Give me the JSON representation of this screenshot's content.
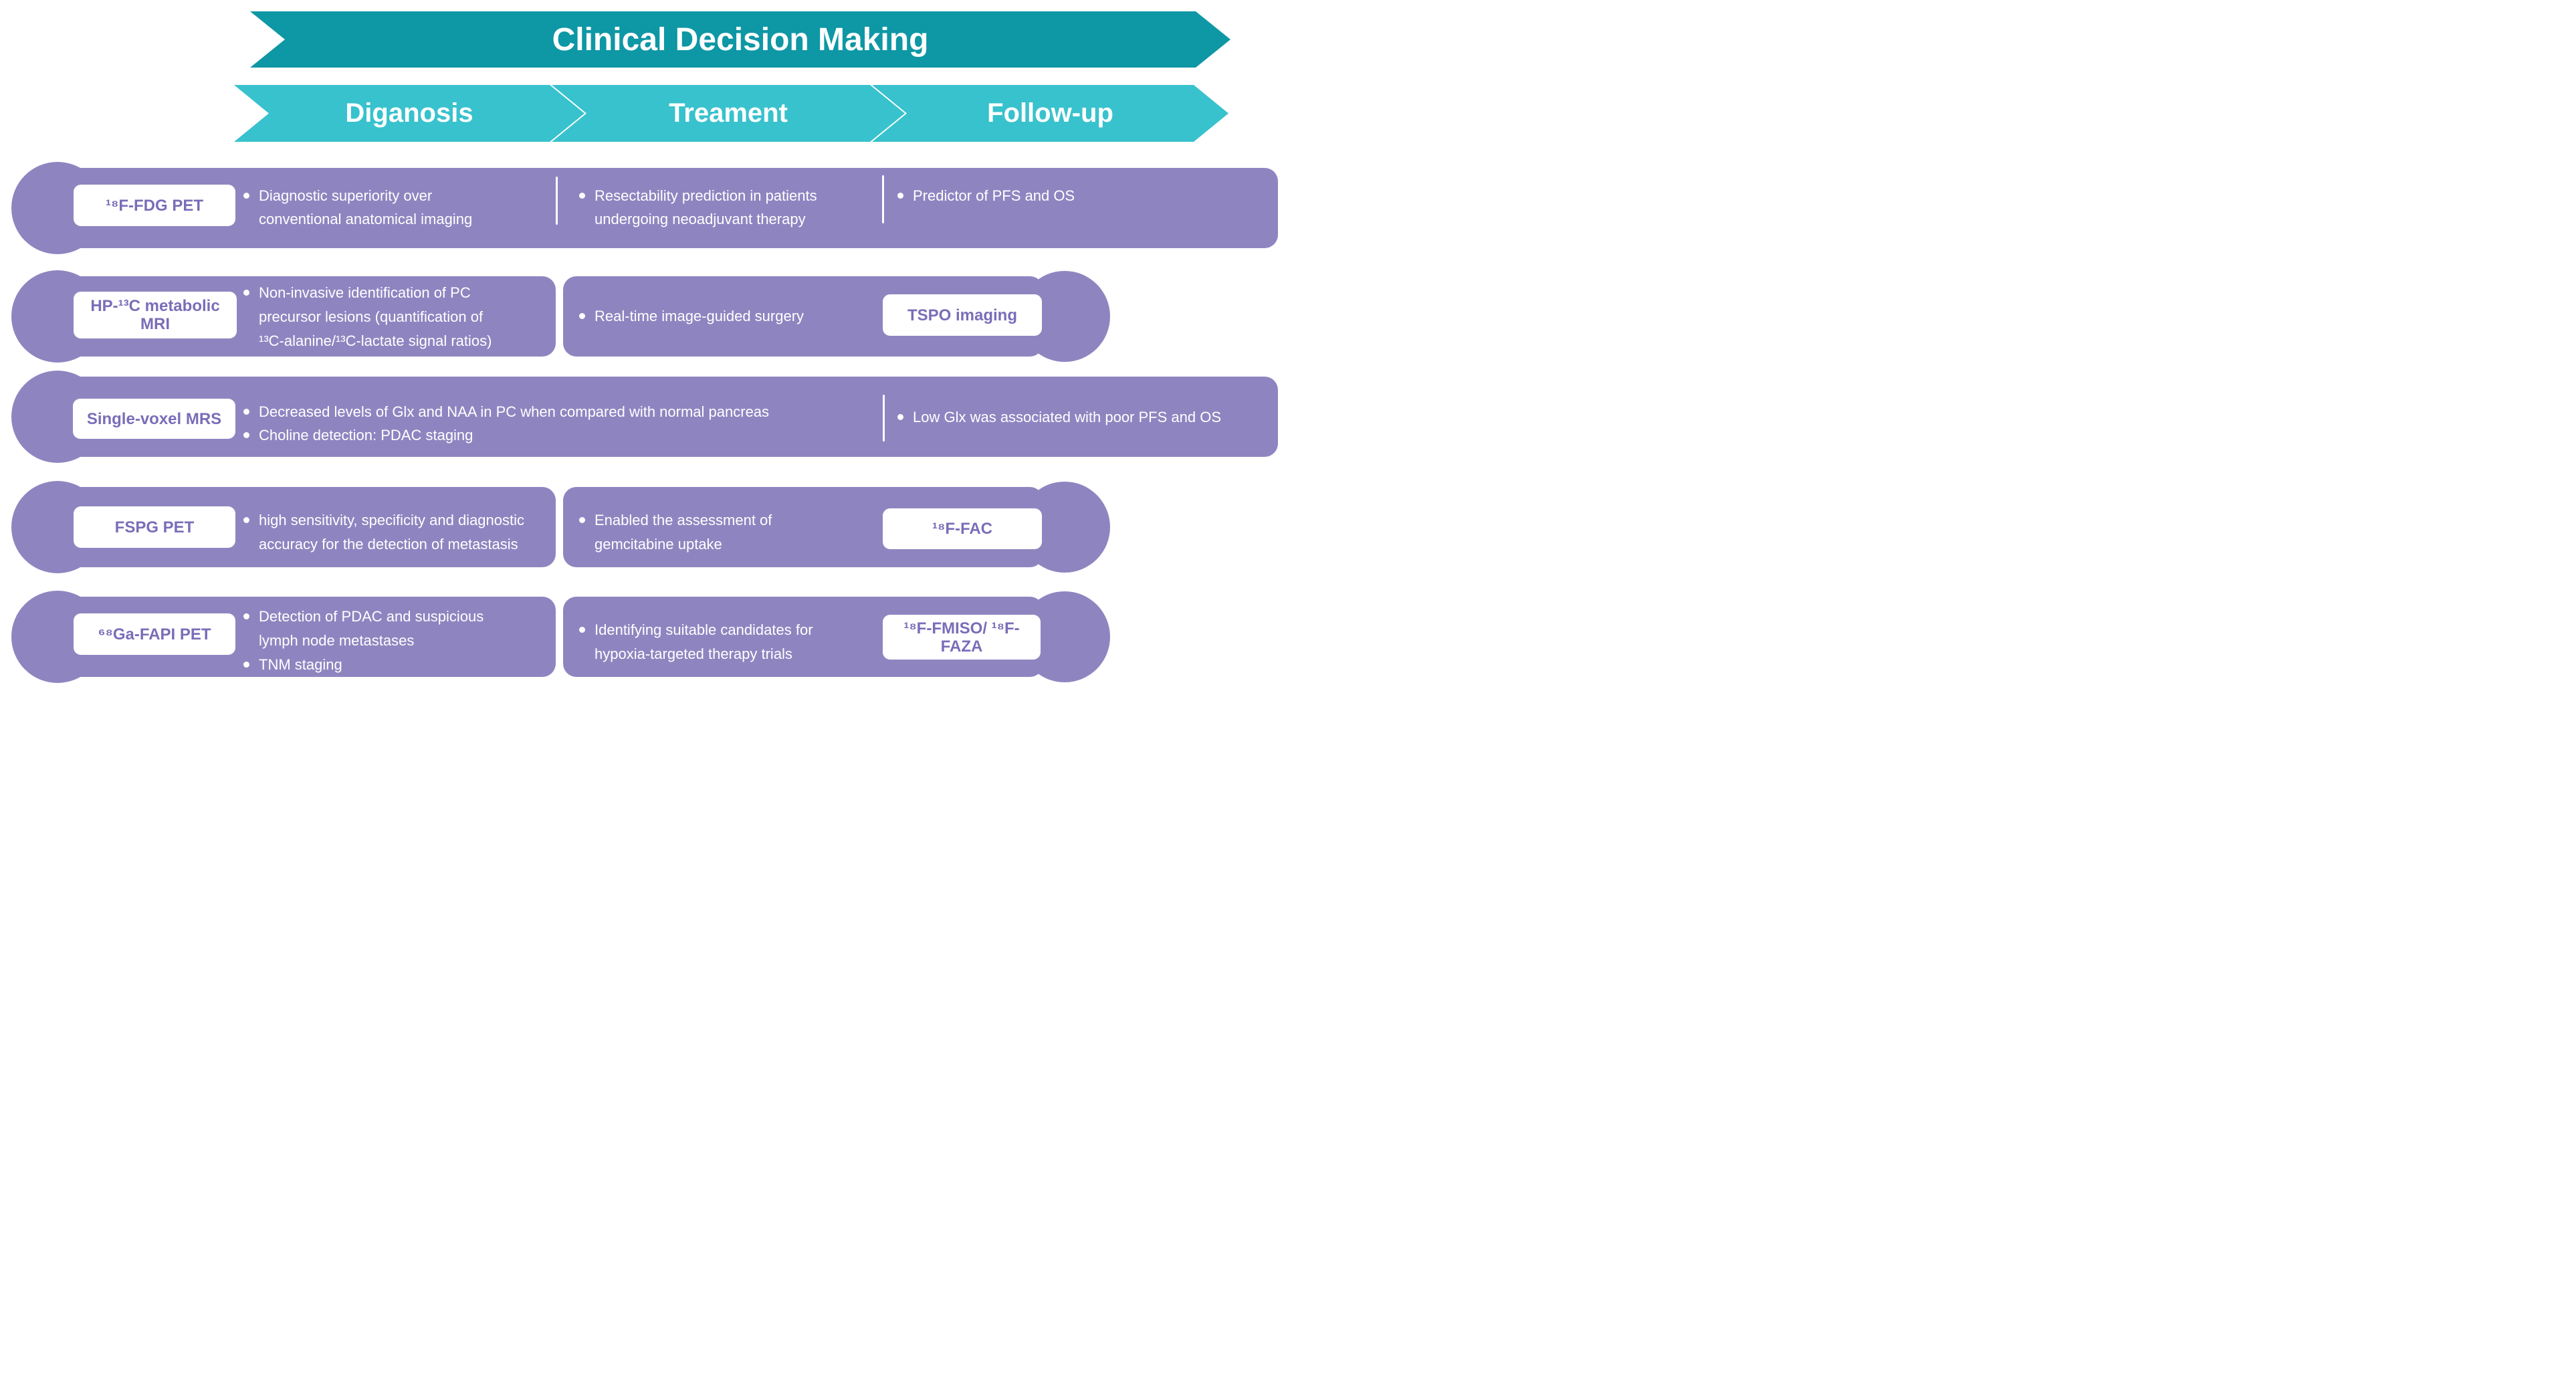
{
  "banner": {
    "title": "Clinical Decision Making"
  },
  "stages": [
    {
      "label": "Diganosis"
    },
    {
      "label": "Treament"
    },
    {
      "label": "Follow-up"
    }
  ],
  "colors": {
    "banner_teal": "#0E97A5",
    "stage_teal": "#38C2CD",
    "band_purple": "#8E85C0",
    "label_purple": "#7A6DB8",
    "text_white": "#FFFFFF"
  },
  "rows": [
    {
      "label": "¹⁸F-FDG PET",
      "diagnosis": [
        {
          "text": "Diagnostic superiority over"
        },
        {
          "text": "conventional anatomical imaging"
        }
      ],
      "treatment": [
        {
          "text": "Resectability prediction in patients"
        },
        {
          "text": "undergoing neoadjuvant therapy"
        }
      ],
      "followup": [
        {
          "text": "Predictor of PFS and OS"
        }
      ]
    },
    {
      "label": "HP-¹³C metabolic MRI",
      "diagnosis": [
        {
          "text": "Non-invasive identification of PC"
        },
        {
          "text": "precursor lesions (quantification of"
        },
        {
          "text": "¹³C-alanine/¹³C-lactate signal ratios)"
        }
      ],
      "treatment": [
        {
          "text": "Real-time image-guided surgery"
        }
      ],
      "followup_box": "TSPO imaging"
    },
    {
      "label": "Single-voxel MRS",
      "diagnosis": [
        {
          "text": "Decreased levels of Glx and NAA in PC when compared with normal pancreas"
        },
        {
          "text": "Choline detection: PDAC staging"
        }
      ],
      "followup": [
        {
          "text": "Low Glx was associated with poor PFS and OS"
        }
      ]
    },
    {
      "label": "FSPG PET",
      "diagnosis": [
        {
          "text": "high sensitivity, specificity and diagnostic"
        },
        {
          "text": "accuracy for the detection of metastasis"
        }
      ],
      "treatment": [
        {
          "text": "Enabled the assessment of"
        },
        {
          "text": "gemcitabine uptake"
        }
      ],
      "followup_box": "¹⁸F-FAC"
    },
    {
      "label": "⁶⁸Ga-FAPI PET",
      "diagnosis": [
        {
          "text": "Detection of PDAC and suspicious"
        },
        {
          "text": "lymph node metastases"
        },
        {
          "text": "TNM staging"
        }
      ],
      "treatment": [
        {
          "text": "Identifying suitable candidates for"
        },
        {
          "text": "hypoxia-targeted therapy trials"
        }
      ],
      "followup_box": "¹⁸F-FMISO/ ¹⁸F-FAZA"
    }
  ]
}
